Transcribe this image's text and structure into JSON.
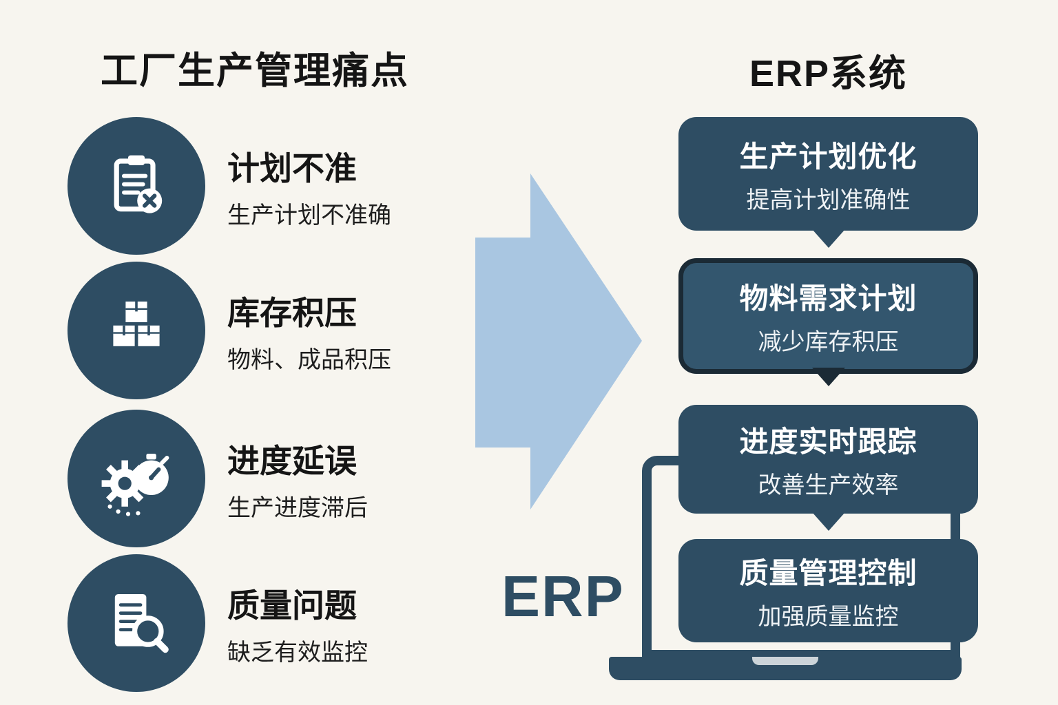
{
  "left": {
    "title": "工厂生产管理痛点",
    "items": [
      {
        "icon": "clipboard-x-icon",
        "title": "计划不准",
        "subtitle": "生产计划不准确"
      },
      {
        "icon": "boxes-stack-icon",
        "title": "库存积压",
        "subtitle": "物料、成品积压"
      },
      {
        "icon": "gear-stopwatch-icon",
        "title": "进度延误",
        "subtitle": "生产进度滞后"
      },
      {
        "icon": "document-search-icon",
        "title": "质量问题",
        "subtitle": "缺乏有效监控"
      }
    ]
  },
  "right": {
    "title": "ERP系统",
    "items": [
      {
        "title": "生产计划优化",
        "subtitle": "提高计划准确性",
        "highlighted": false
      },
      {
        "title": "物料需求计划",
        "subtitle": "减少库存积压",
        "highlighted": true
      },
      {
        "title": "进度实时跟踪",
        "subtitle": "改善生产效率",
        "highlighted": false
      },
      {
        "title": "质量管理控制",
        "subtitle": "加强质量监控",
        "highlighted": false
      }
    ]
  },
  "laptop_label": "ERP",
  "colors": {
    "background": "#f7f5ef",
    "dark_blue": "#2e4d63",
    "darker_blue": "#1b2a35",
    "light_blue": "#a9c6e1",
    "white": "#ffffff"
  }
}
